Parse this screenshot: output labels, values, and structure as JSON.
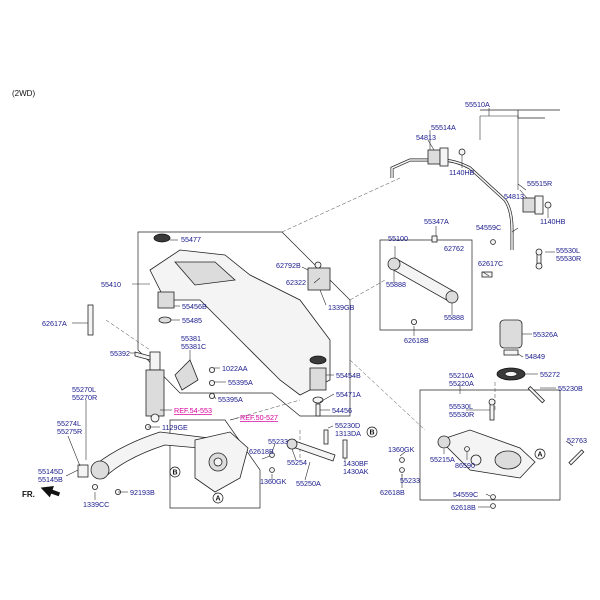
{
  "variant": "(2WD)",
  "footer_arrow": "FR.",
  "circle_labels": {
    "a": "A",
    "b": "B"
  },
  "labels": {
    "p55510A": "55510A",
    "p55514A": "55514A",
    "p54813_top": "54813",
    "p1140HB_top": "1140HB",
    "p55515R": "55515R",
    "p54813_mid": "54813",
    "p54559C_top": "54559C",
    "p1140HB_mid": "1140HB",
    "p55530L_top": "55530L",
    "p55530R_top": "55530R",
    "p62617C": "62617C",
    "p55477": "55477",
    "p62792B": "62792B",
    "p62322": "62322",
    "p1339GB": "1339GB",
    "p55410": "55410",
    "p55456B": "55456B",
    "p55485": "55485",
    "p62617A": "62617A",
    "p55347A": "55347A",
    "p55100": "55100",
    "p62762": "62762",
    "p55888_a": "55888",
    "p55888_b": "55888",
    "p62618B_a": "62618B",
    "p55326A": "55326A",
    "p54849": "54849",
    "p55272": "55272",
    "p55230B": "55230B",
    "p55392": "55392",
    "p55381": "55381",
    "p55381C": "55381C",
    "p1022AA": "1022AA",
    "p55395A_a": "55395A",
    "p55395A_b": "55395A",
    "p55454B": "55454B",
    "p55471A": "55471A",
    "p54456": "54456",
    "ref54553": "REF.54-553",
    "ref50527": "REF.50-527",
    "p55270L": "55270L",
    "p55270R": "55270R",
    "p55274L": "55274L",
    "p55275R": "55275R",
    "p1129GE": "1129GE",
    "p55145D": "55145D",
    "p55145B": "55145B",
    "p92193B": "92193B",
    "p1339CC": "1339CC",
    "p55233_a": "55233",
    "p62618B_b": "62618B",
    "p55254": "55254",
    "p1360GK_a": "1360GK",
    "p55250A": "55250A",
    "p55230D": "55230D",
    "p1313DA": "1313DA",
    "p1430BF": "1430BF",
    "p1430AK": "1430AK",
    "p55210A": "55210A",
    "p55220A": "55220A",
    "p55530L_low": "55530L",
    "p55530R_low": "55530R",
    "p1360GK_b": "1360GK",
    "p55215A": "55215A",
    "p86590": "86590",
    "p55233_b": "55233",
    "p62618B_c": "62618B",
    "p54559C_low": "54559C",
    "p62618B_d": "62618B",
    "p52763": "52763"
  }
}
